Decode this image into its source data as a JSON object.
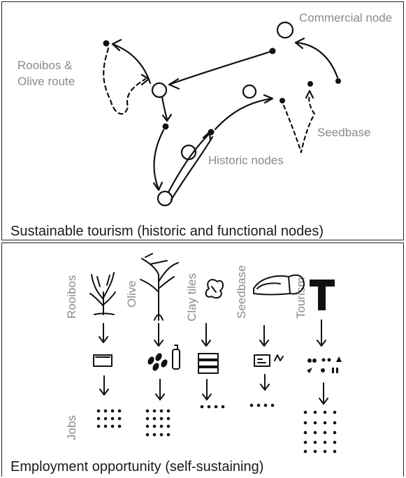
{
  "top_panel": {
    "labels": {
      "commercial": "Commercial node",
      "route_line1": "Rooibos &",
      "route_line2": "Olive route",
      "seedbase": "Seedbase",
      "historic": "Historic nodes"
    },
    "caption": "Sustainable tourism (historic and functional nodes)"
  },
  "bottom_panel": {
    "products": [
      "Rooibos",
      "Olive",
      "Clay tiles",
      "Seedbase",
      "Tourism"
    ],
    "jobs_label": "Jobs",
    "caption": "Employment opportunity (self-sustaining)"
  },
  "colors": {
    "ink": "#111111",
    "label": "#8a8a8a",
    "border": "#222222"
  }
}
